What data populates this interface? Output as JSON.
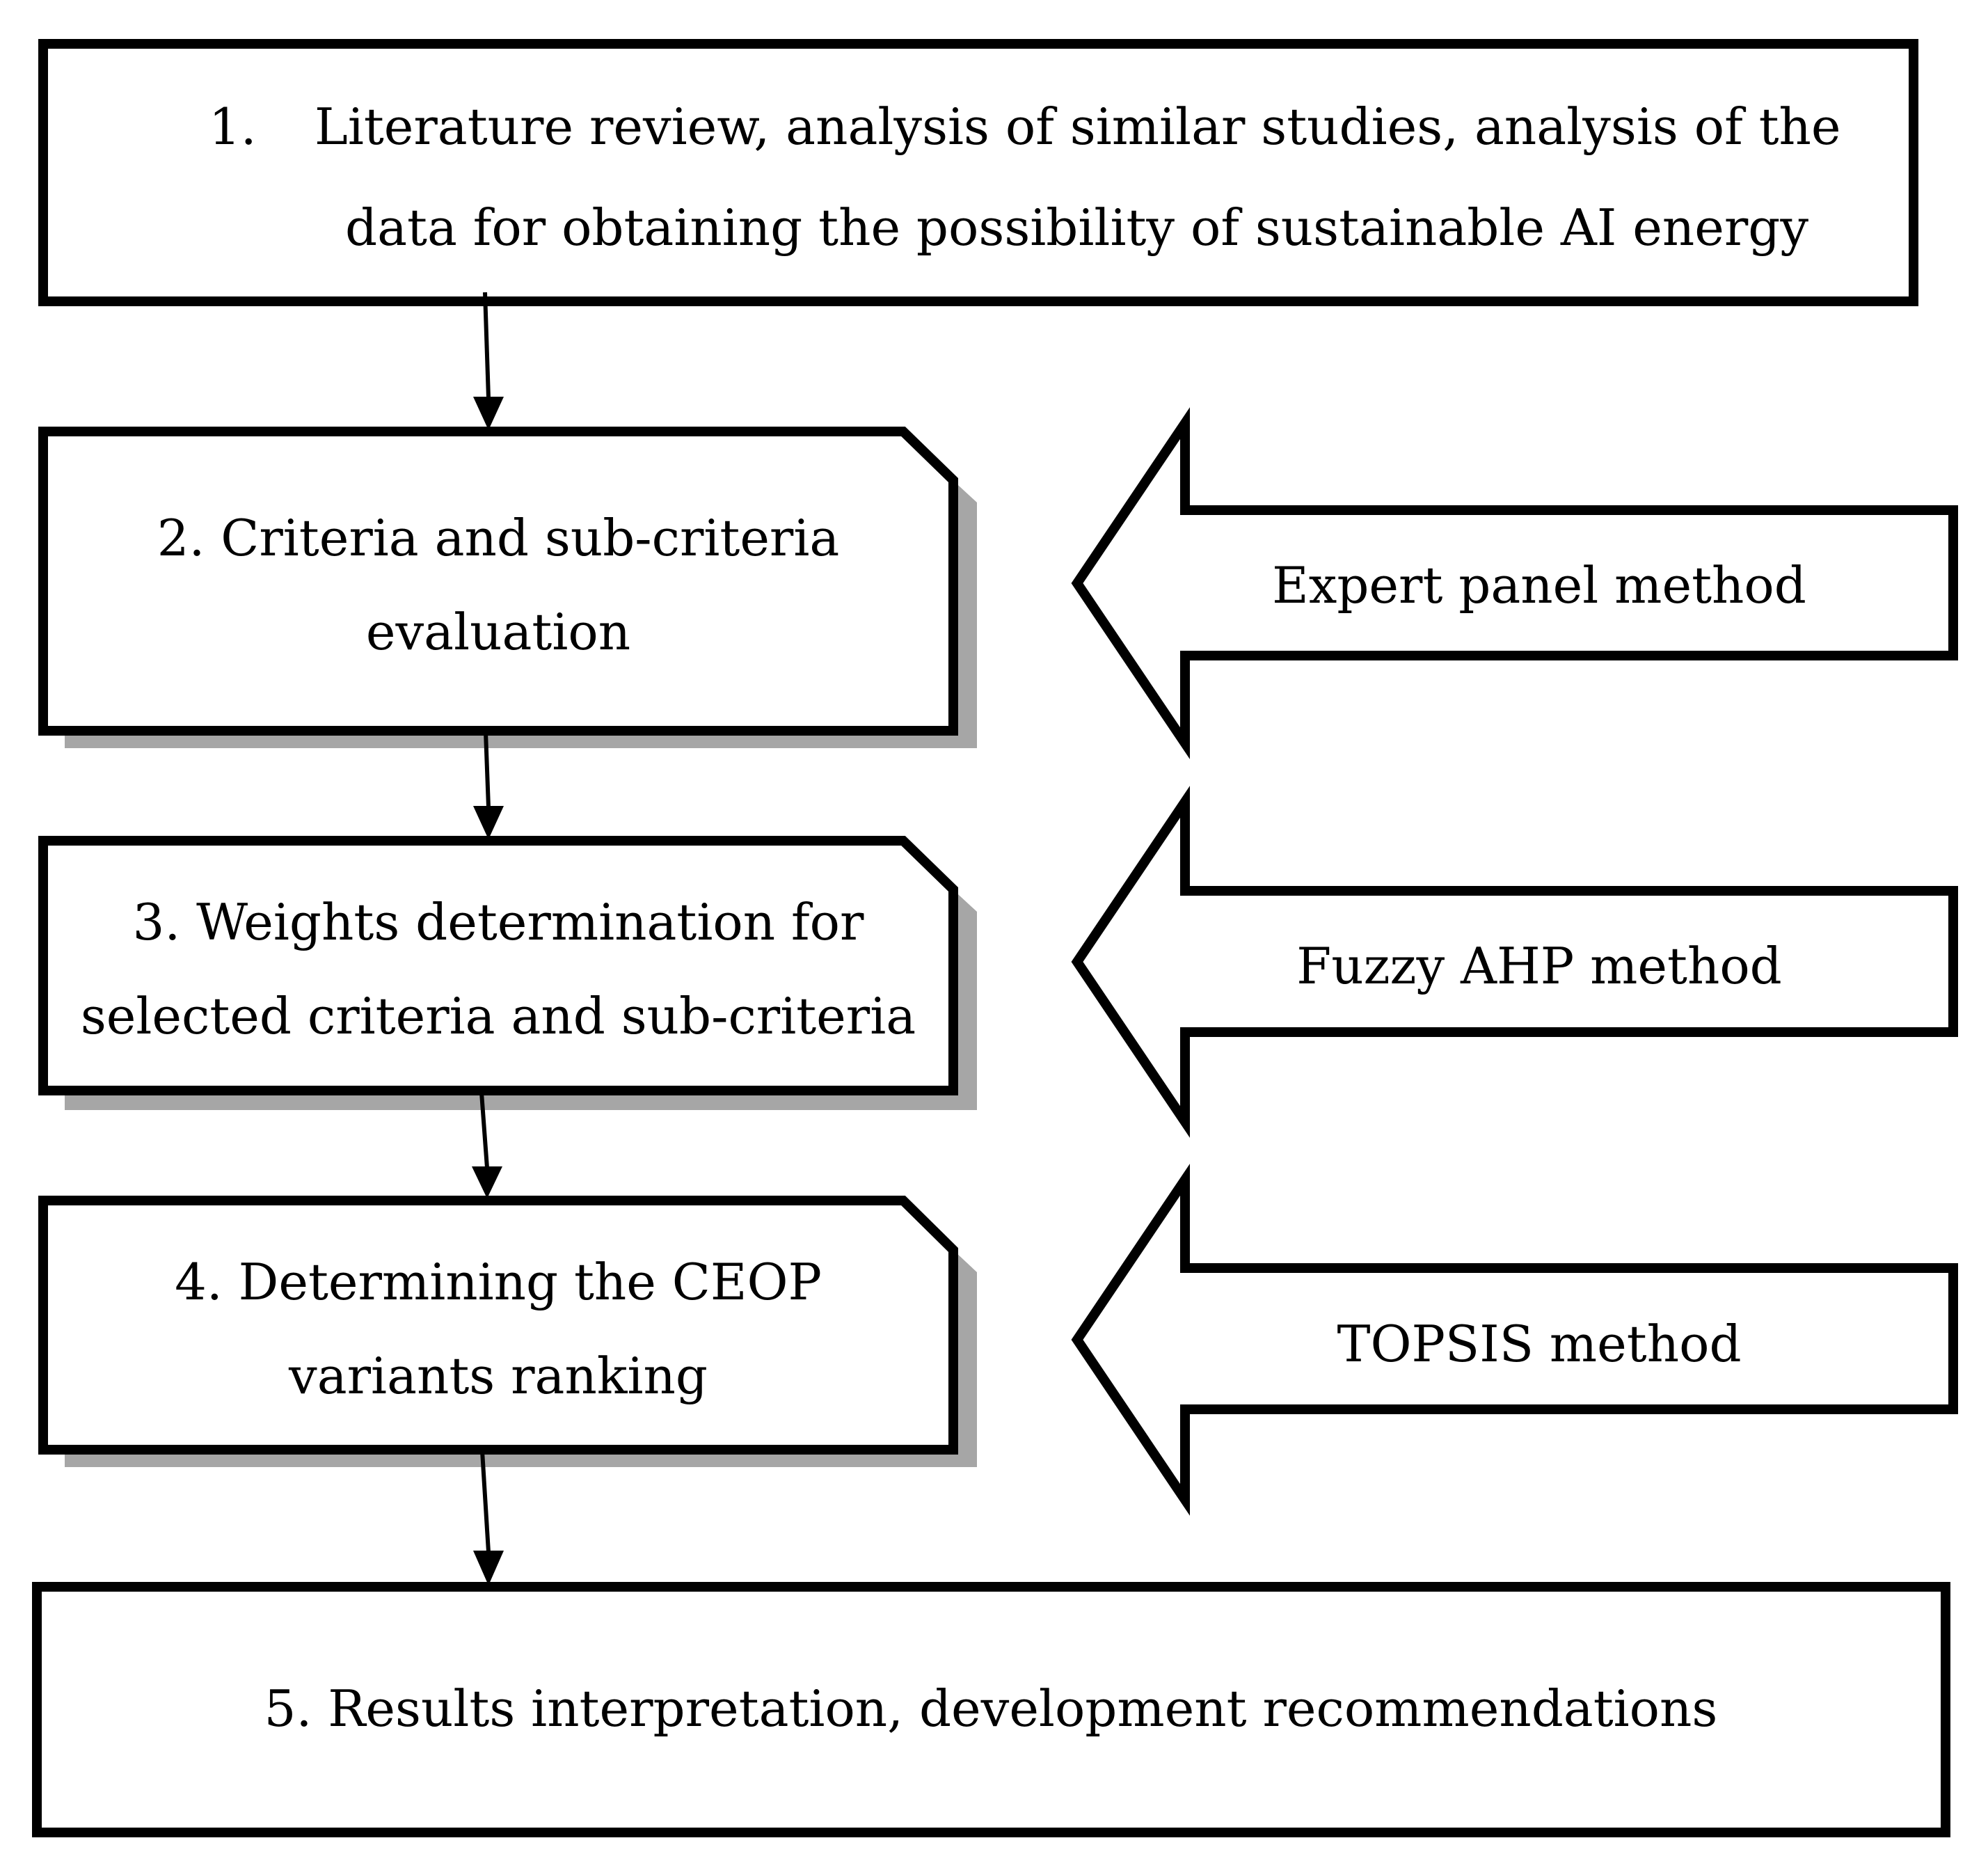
{
  "steps": [
    {
      "id": "step-1",
      "number": "1.",
      "lines": [
        "Literature review, analysis of similar studies, analysis of the",
        "data for obtaining the possibility of sustainable AI energy"
      ]
    },
    {
      "id": "step-2",
      "lines": [
        "2. Criteria and sub-criteria",
        "evaluation"
      ]
    },
    {
      "id": "step-3",
      "lines": [
        "3. Weights determination for",
        "selected criteria and sub-criteria"
      ]
    },
    {
      "id": "step-4",
      "lines": [
        "4. Determining the CEOP",
        "variants ranking"
      ]
    },
    {
      "id": "step-5",
      "lines": [
        "5. Results interpretation, development recommendations"
      ]
    }
  ],
  "methods": [
    {
      "id": "method-expert",
      "label": "Expert panel method"
    },
    {
      "id": "method-fuzzy-ahp",
      "label": "Fuzzy AHP method"
    },
    {
      "id": "method-topsis",
      "label": "TOPSIS method"
    }
  ],
  "colors": {
    "stroke": "#000000",
    "fill": "#ffffff",
    "shadow": "#a6a6a6"
  }
}
